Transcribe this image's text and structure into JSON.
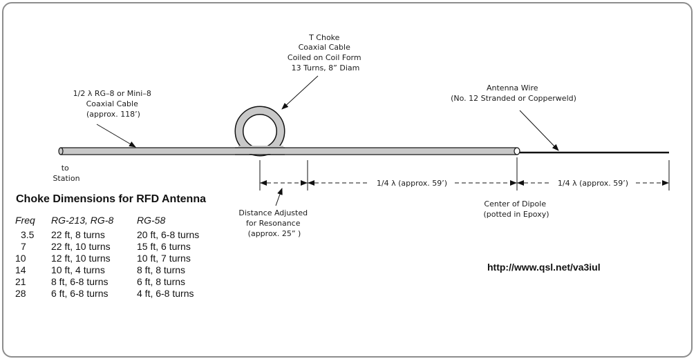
{
  "diagram": {
    "labels": {
      "choke_note": [
        "T Choke",
        "Coaxial Cable",
        "Coiled on Coil Form",
        "13 Turns, 8” Diam"
      ],
      "coax_note": [
        "1/2 λ RG–8 or Mini–8",
        "Coaxial Cable",
        "(approx. 118’)"
      ],
      "antenna_wire_note": [
        "Antenna Wire",
        "(No. 12 Stranded or Copperweld)"
      ],
      "station_note": [
        "to",
        "Station"
      ],
      "distance_note": [
        "Distance Adjusted",
        "for Resonance",
        "(approx. 25” )"
      ],
      "quarter_wave_1": "1/4 λ (approx. 59’)",
      "quarter_wave_2": "1/4 λ (approx. 59’)",
      "center_note": [
        "Center of Dipole",
        "(potted in Epoxy)"
      ]
    },
    "colors": {
      "coax_fill": "#c8c8c8",
      "line": "#111111",
      "frame": "#8c8c8c"
    }
  },
  "choke_table": {
    "title": "Choke Dimensions for RFD Antenna",
    "headers": [
      "Freq",
      "RG-213, RG-8",
      "RG-58"
    ],
    "rows": [
      [
        "3.5",
        "22 ft, 8 turns",
        "20 ft, 6-8 turns"
      ],
      [
        "7",
        "22 ft, 10 turns",
        "15 ft, 6 turns"
      ],
      [
        "10",
        "12 ft, 10 turns",
        "10 ft, 7 turns"
      ],
      [
        "14",
        "10 ft, 4 turns",
        "8 ft, 8 turns"
      ],
      [
        "21",
        "8 ft, 6-8 turns",
        "6 ft, 8 turns"
      ],
      [
        "28",
        "6 ft, 6-8 turns",
        "4 ft, 6-8 turns"
      ]
    ]
  },
  "url": "http://www.qsl.net/va3iul"
}
